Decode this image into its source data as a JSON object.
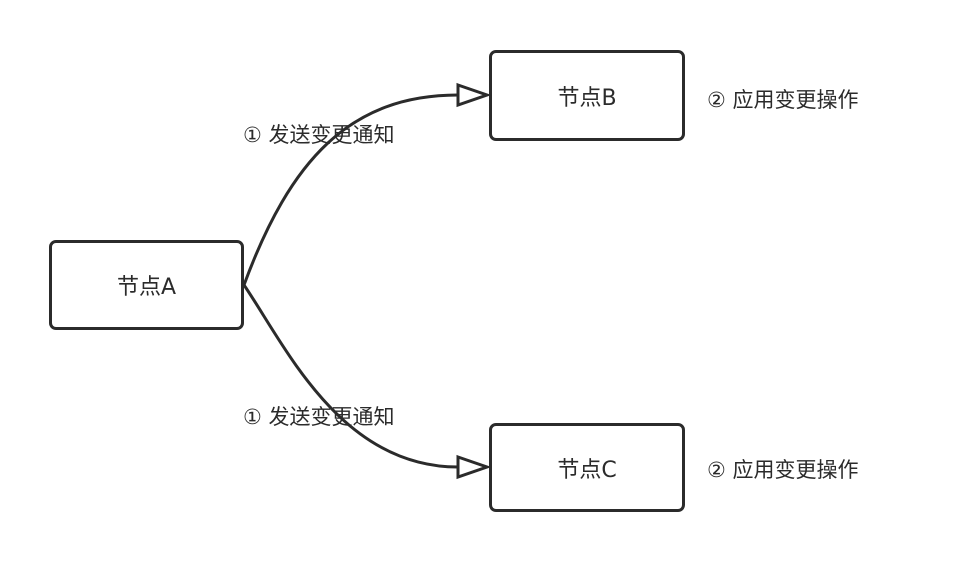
{
  "nodes": {
    "a": "节点A",
    "b": "节点B",
    "c": "节点C"
  },
  "edges": {
    "a_to_b": "① 发送变更通知",
    "a_to_c": "① 发送变更通知"
  },
  "annotations": {
    "b": "② 应用变更操作",
    "c": "② 应用变更操作"
  },
  "colors": {
    "stroke": "#2b2b2b",
    "background": "#ffffff"
  }
}
